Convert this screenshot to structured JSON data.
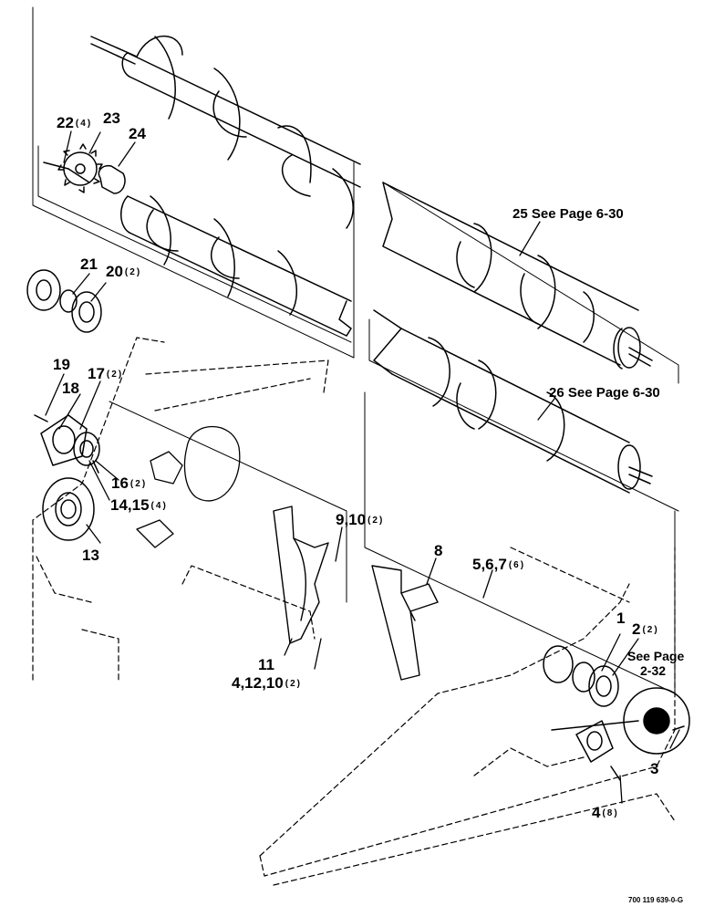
{
  "diagram": {
    "part_number": "700 119 639-0-G",
    "callouts": [
      {
        "id": "c22",
        "num": "22",
        "qty": "(4)"
      },
      {
        "id": "c23",
        "num": "23",
        "qty": ""
      },
      {
        "id": "c24",
        "num": "24",
        "qty": ""
      },
      {
        "id": "c21",
        "num": "21",
        "qty": ""
      },
      {
        "id": "c20",
        "num": "20",
        "qty": "(2)"
      },
      {
        "id": "c19",
        "num": "19",
        "qty": ""
      },
      {
        "id": "c18",
        "num": "18",
        "qty": ""
      },
      {
        "id": "c17",
        "num": "17",
        "qty": "(2)"
      },
      {
        "id": "c16",
        "num": "16",
        "qty": "(2)"
      },
      {
        "id": "c1415",
        "num": "14,15",
        "qty": "(4)"
      },
      {
        "id": "c13",
        "num": "13",
        "qty": ""
      },
      {
        "id": "c910",
        "num": "9,10",
        "qty": "(2)"
      },
      {
        "id": "c8",
        "num": "8",
        "qty": ""
      },
      {
        "id": "c567",
        "num": "5,6,7",
        "qty": "(6)"
      },
      {
        "id": "c11",
        "num": "11",
        "qty": ""
      },
      {
        "id": "c41210",
        "num": "4,12,10",
        "qty": "(2)"
      },
      {
        "id": "c1",
        "num": "1",
        "qty": ""
      },
      {
        "id": "c2",
        "num": "2",
        "qty": "(2)"
      },
      {
        "id": "c3",
        "num": "3",
        "qty": ""
      },
      {
        "id": "c4",
        "num": "4",
        "qty": "(8)"
      }
    ],
    "references": {
      "auger_upper": "25 See Page 6-30",
      "auger_lower": "26 See Page 6-30",
      "sprocket_line1": "See Page",
      "sprocket_line2": "2-32"
    }
  }
}
